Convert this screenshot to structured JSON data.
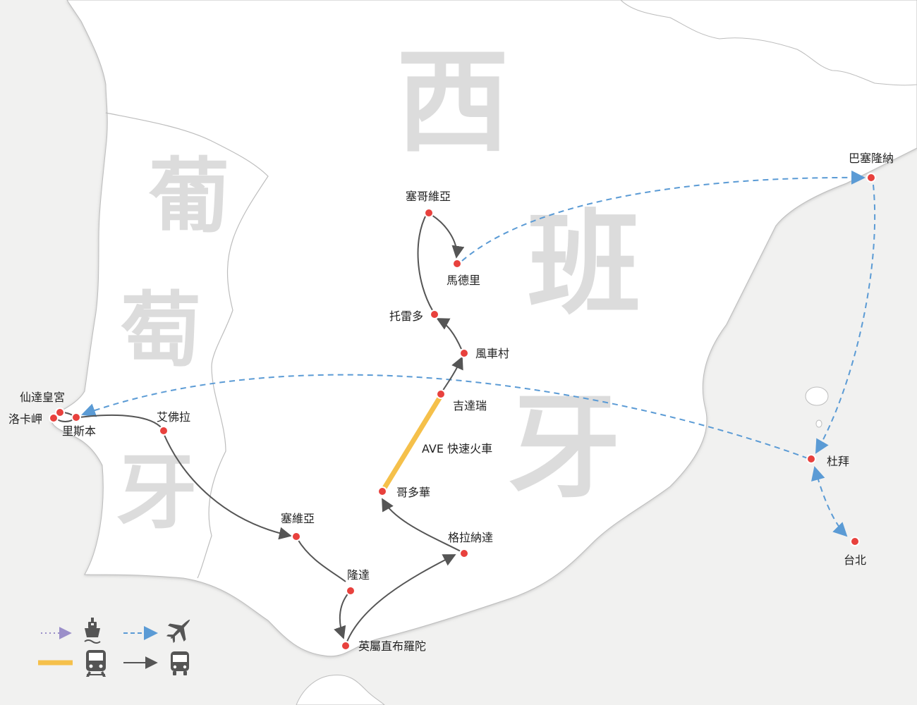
{
  "countries": {
    "spain": [
      "西",
      "班",
      "牙"
    ],
    "portugal": [
      "葡",
      "萄",
      "牙"
    ]
  },
  "cities": [
    {
      "id": "barcelona",
      "label": "巴塞隆納"
    },
    {
      "id": "segovia",
      "label": "塞哥維亞"
    },
    {
      "id": "madrid",
      "label": "馬德里"
    },
    {
      "id": "toledo",
      "label": "托雷多"
    },
    {
      "id": "consuegra",
      "label": "風車村"
    },
    {
      "id": "jerez",
      "label": "吉達瑞"
    },
    {
      "id": "cordoba",
      "label": "哥多華"
    },
    {
      "id": "granada",
      "label": "格拉納達"
    },
    {
      "id": "gibraltar",
      "label": "英屬直布羅陀"
    },
    {
      "id": "ronda",
      "label": "隆達"
    },
    {
      "id": "sevilla",
      "label": "塞維亞"
    },
    {
      "id": "evora",
      "label": "艾佛拉"
    },
    {
      "id": "lisbon",
      "label": "里斯本"
    },
    {
      "id": "sintra",
      "label": "仙達皇宮"
    },
    {
      "id": "roca",
      "label": "洛卡岬"
    },
    {
      "id": "dubai",
      "label": "杜拜"
    },
    {
      "id": "taipei",
      "label": "台北"
    }
  ],
  "rail_label": "AVE 快速火車",
  "legend": {
    "items": [
      {
        "id": "ship",
        "style": "dotted",
        "icon": "ship-icon",
        "color": "#9b8fc9"
      },
      {
        "id": "plane",
        "style": "dashed",
        "icon": "airplane-icon",
        "color": "#5b9bd5"
      },
      {
        "id": "train",
        "style": "thick",
        "icon": "train-icon",
        "color": "#f5c04a"
      },
      {
        "id": "bus",
        "style": "solid",
        "icon": "bus-icon",
        "color": "#555555"
      }
    ]
  },
  "colors": {
    "land": "#ffffff",
    "sea": "#f1f1f0",
    "border": "#aaaaaa",
    "city_dot": "#e8413d",
    "flight": "#5b9bd5",
    "bus": "#555555",
    "rail": "#f5c04a",
    "watermark": "#dcdcdc"
  }
}
